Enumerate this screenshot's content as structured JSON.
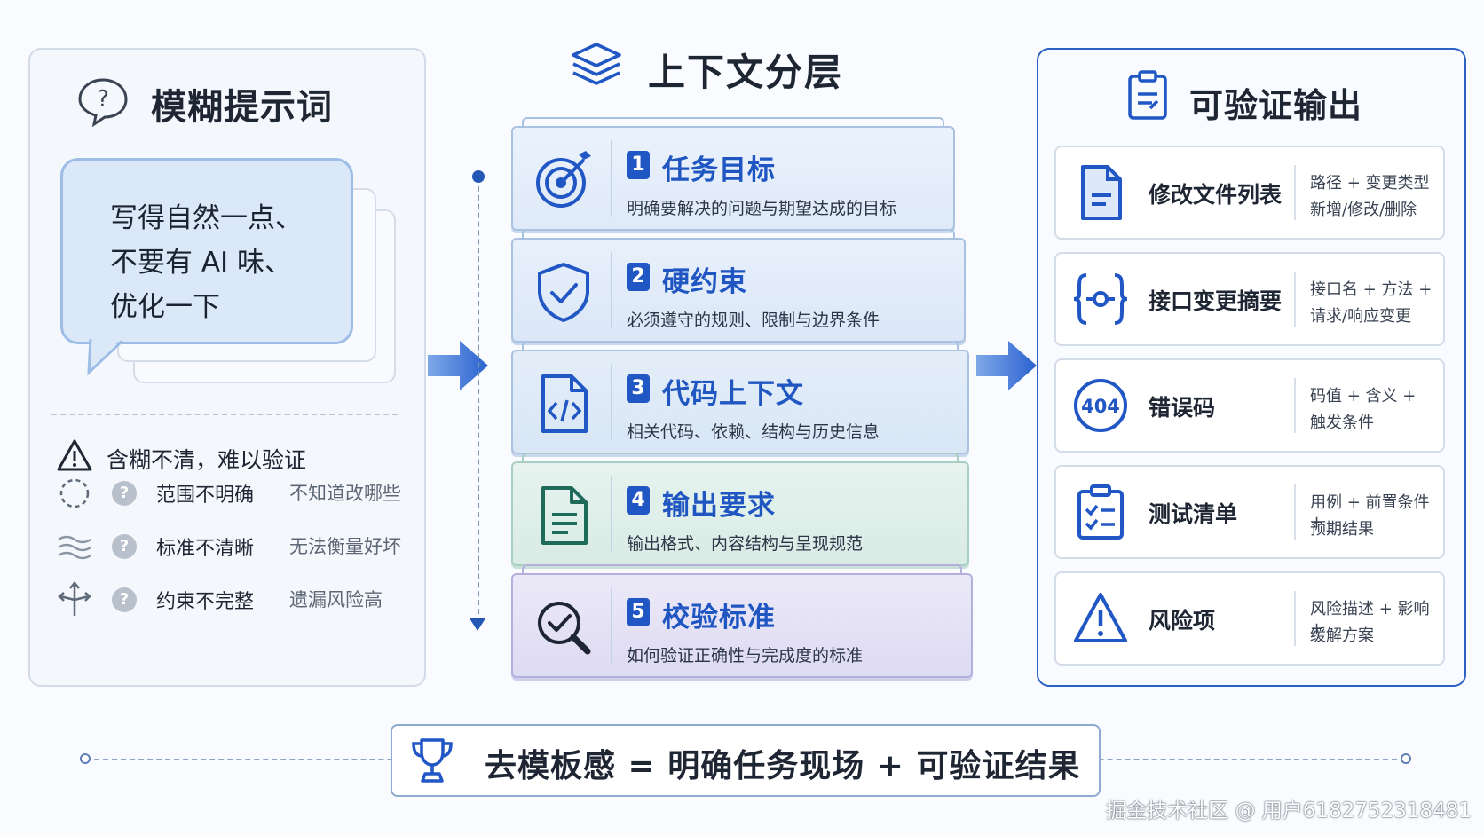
{
  "left": {
    "title": "模糊提示词",
    "bubble_lines": [
      "写得自然一点、",
      "不要有 AI 味、",
      "优化一下"
    ],
    "warning": "含糊不清，难以验证",
    "issues": [
      {
        "label": "范围不明确",
        "note": "不知道改哪些"
      },
      {
        "label": "标准不清晰",
        "note": "无法衡量好坏"
      },
      {
        "label": "约束不完整",
        "note": "遗漏风险高"
      }
    ],
    "q_mark": "?"
  },
  "center": {
    "title": "上下文分层",
    "layers": [
      {
        "num": "1",
        "title": "任务目标",
        "desc": "明确要解决的问题与期望达成的目标"
      },
      {
        "num": "2",
        "title": "硬约束",
        "desc": "必须遵守的规则、限制与边界条件"
      },
      {
        "num": "3",
        "title": "代码上下文",
        "desc": "相关代码、依赖、结构与历史信息"
      },
      {
        "num": "4",
        "title": "输出要求",
        "desc": "输出格式、内容结构与呈现规范"
      },
      {
        "num": "5",
        "title": "校验标准",
        "desc": "如何验证正确性与完成度的标准"
      }
    ]
  },
  "right": {
    "title": "可验证输出",
    "cards": [
      {
        "title": "修改文件列表",
        "desc1": "路径 + 变更类型",
        "desc2": "新增/修改/删除",
        "icon": "file-icon"
      },
      {
        "title": "接口变更摘要",
        "desc1": "接口名 + 方法 +",
        "desc2": "请求/响应变更",
        "icon": "api-braces-icon"
      },
      {
        "title": "错误码",
        "desc1": "码值 + 含义 +",
        "desc2": "触发条件",
        "icon": "error-404-icon",
        "badge": "404"
      },
      {
        "title": "测试清单",
        "desc1": "用例 + 前置条件 +",
        "desc2": "预期结果",
        "icon": "checklist-icon"
      },
      {
        "title": "风险项",
        "desc1": "风险描述 + 影响 +",
        "desc2": "缓解方案",
        "icon": "warning-icon"
      }
    ]
  },
  "bottom": {
    "text": "去模板感 = 明确任务现场 + 可验证结果"
  },
  "watermark": "掘金技术社区 @ 用户6182752318481",
  "colors": {
    "accent": "#2157c4",
    "panel_border": "#2c62c5",
    "text": "#1e2533"
  }
}
